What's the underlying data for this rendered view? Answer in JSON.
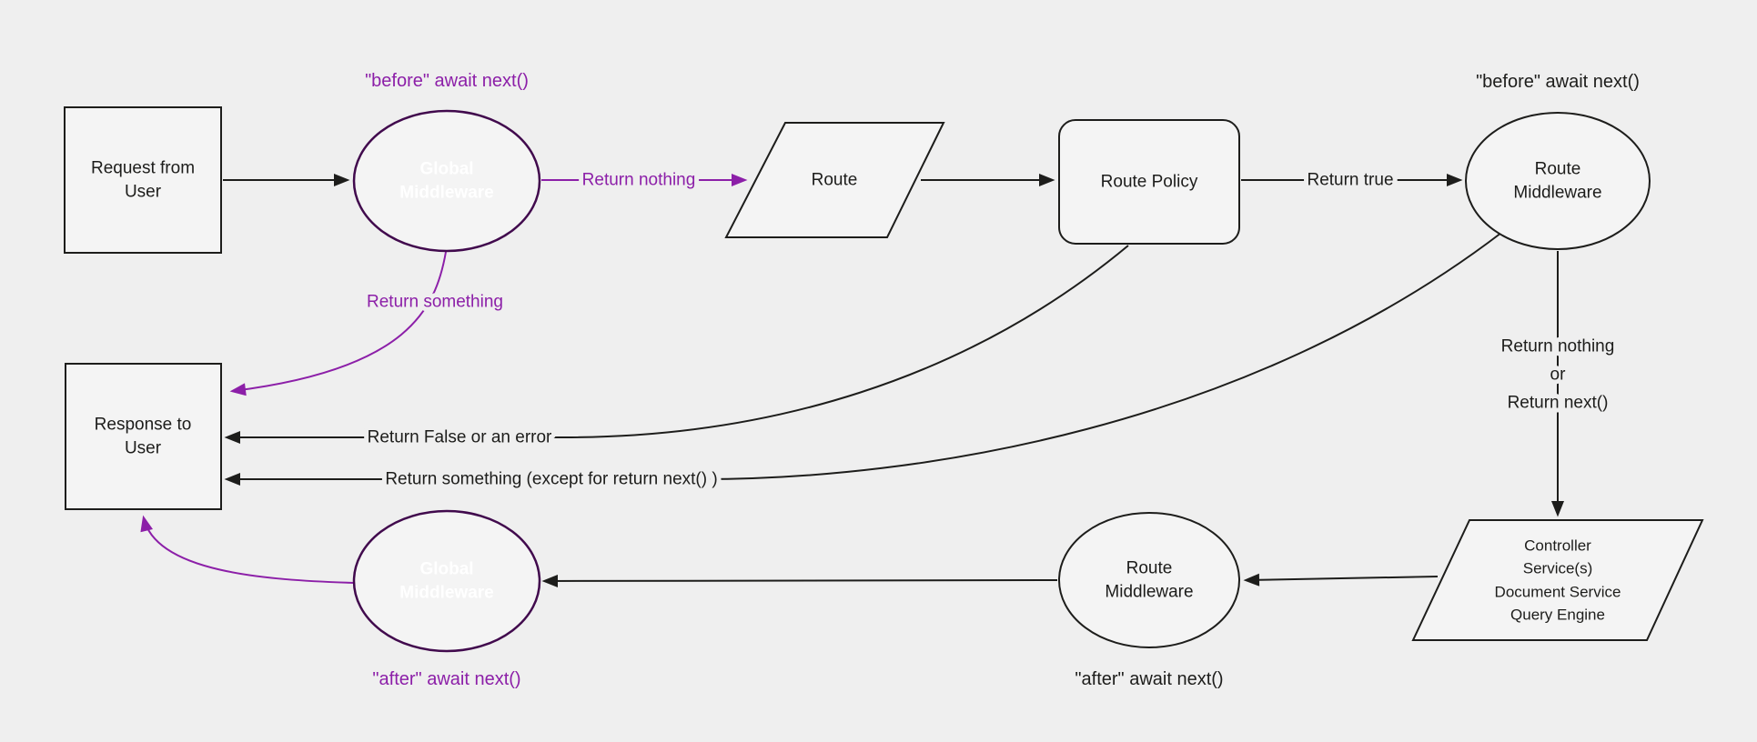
{
  "colors": {
    "background": "#efefef",
    "purple": "#8c1fa8",
    "purple_dark": "#410a4d",
    "black": "#1d1d1b",
    "shape_fill": "#f4f4f4",
    "white": "#ffffff"
  },
  "nodes": {
    "request": {
      "lines": [
        "Request from",
        "User"
      ]
    },
    "global_middleware_top": {
      "lines": [
        "Global",
        "Middleware"
      ]
    },
    "route": {
      "label": "Route"
    },
    "route_policy": {
      "label": "Route Policy"
    },
    "route_middleware_top": {
      "lines": [
        "Route",
        "Middleware"
      ]
    },
    "controller": {
      "lines": [
        "Controller",
        "Service(s)",
        "Document Service",
        "Query Engine"
      ]
    },
    "route_middleware_bottom": {
      "lines": [
        "Route",
        "Middleware"
      ]
    },
    "global_middleware_bottom": {
      "lines": [
        "Global",
        "Middleware"
      ]
    },
    "response": {
      "lines": [
        "Response to",
        "User"
      ]
    }
  },
  "labels": {
    "before_global": "\"before\" await next()",
    "before_route": "\"before\" await next()",
    "after_route": "\"after\" await next()",
    "after_global": "\"after\" await next()",
    "return_nothing": "Return nothing",
    "return_true": "Return true",
    "return_something": "Return something",
    "return_nothing_or": {
      "lines": [
        "Return nothing",
        "or",
        "Return next()"
      ]
    },
    "return_false": "Return False or an error",
    "return_something_except": "Return something (except for return next() )"
  }
}
